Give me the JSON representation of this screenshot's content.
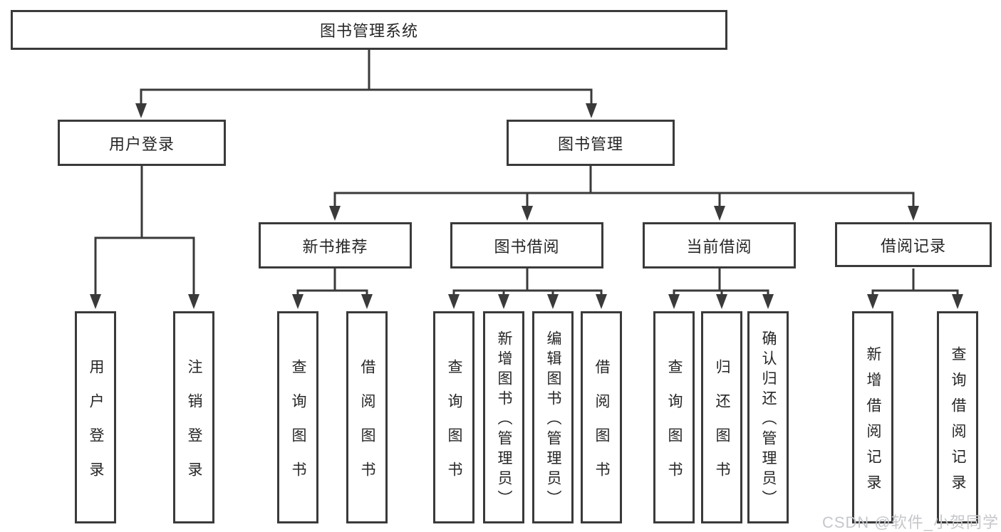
{
  "tree": {
    "label": "图书管理系统",
    "children": [
      {
        "label": "用户登录",
        "children": [
          {
            "label": "用户登录"
          },
          {
            "label": "注销登录"
          }
        ]
      },
      {
        "label": "图书管理",
        "children": [
          {
            "label": "新书推荐",
            "children": [
              {
                "label": "查询图书"
              },
              {
                "label": "借阅图书"
              }
            ]
          },
          {
            "label": "图书借阅",
            "children": [
              {
                "label": "查询图书"
              },
              {
                "label": "新增图书（管理员）"
              },
              {
                "label": "编辑图书（管理员）"
              },
              {
                "label": "借阅图书"
              }
            ]
          },
          {
            "label": "当前借阅",
            "children": [
              {
                "label": "查询图书"
              },
              {
                "label": "归还图书"
              },
              {
                "label": "确认归还（管理员）"
              }
            ]
          },
          {
            "label": "借阅记录",
            "children": [
              {
                "label": "新增借阅记录"
              },
              {
                "label": "查询借阅记录"
              }
            ]
          }
        ]
      }
    ]
  },
  "watermark": "CSDN @软件_小贺同学",
  "colors": {
    "line": "#3a3a3a",
    "text": "#262626",
    "background": "#ffffff",
    "watermark": "#c5c7cb"
  }
}
